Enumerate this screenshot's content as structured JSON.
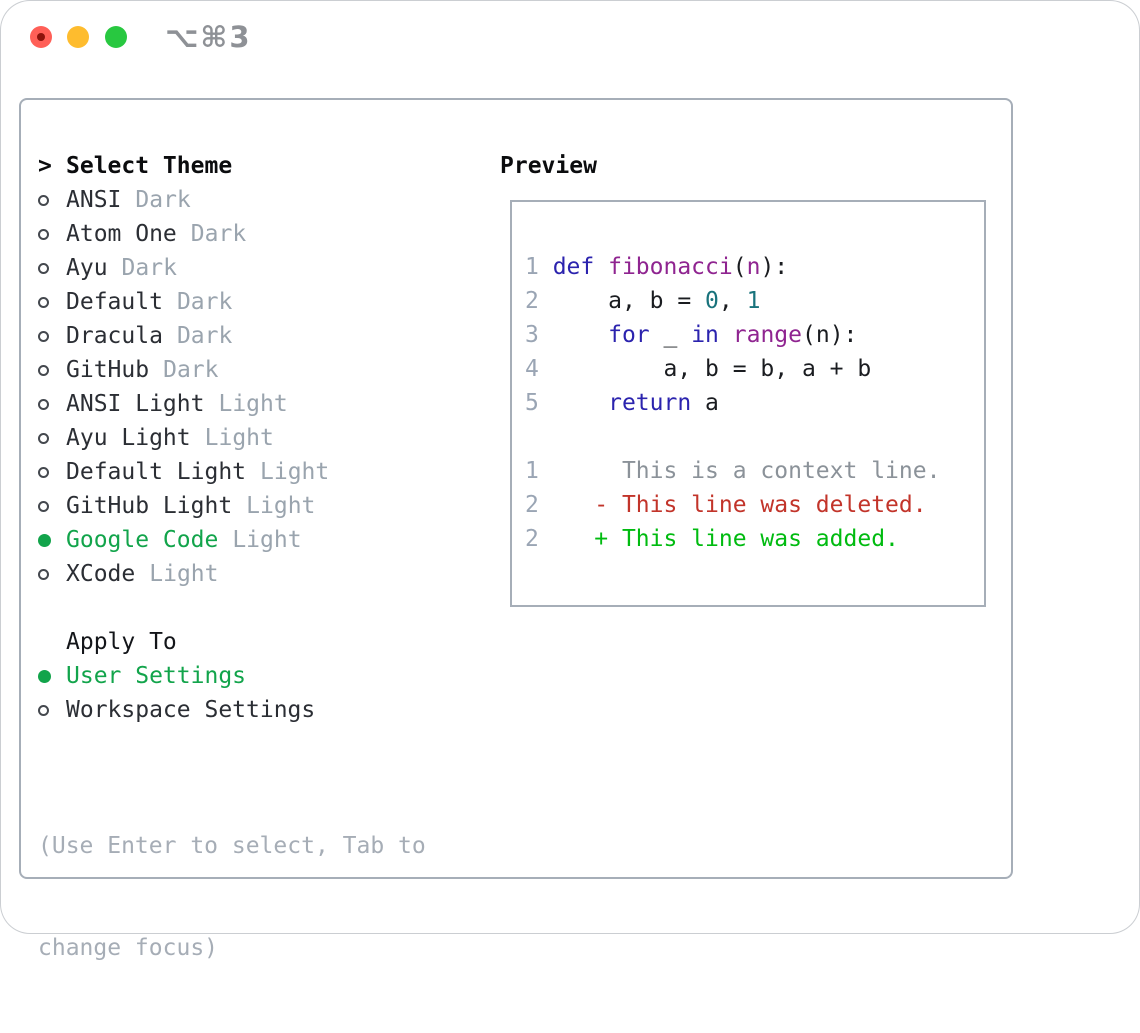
{
  "titlebar": {
    "title": "⌥⌘3",
    "traffic_lights": [
      "close",
      "minimize",
      "zoom"
    ]
  },
  "theme_picker": {
    "header": {
      "prefix": ">",
      "label": "Select Theme"
    },
    "themes": [
      {
        "name": "ANSI",
        "variant": "Dark",
        "selected": false
      },
      {
        "name": "Atom One",
        "variant": "Dark",
        "selected": false
      },
      {
        "name": "Ayu",
        "variant": "Dark",
        "selected": false
      },
      {
        "name": "Default",
        "variant": "Dark",
        "selected": false
      },
      {
        "name": "Dracula",
        "variant": "Dark",
        "selected": false
      },
      {
        "name": "GitHub",
        "variant": "Dark",
        "selected": false
      },
      {
        "name": "ANSI Light",
        "variant": "Light",
        "selected": false
      },
      {
        "name": "Ayu Light",
        "variant": "Light",
        "selected": false
      },
      {
        "name": "Default Light",
        "variant": "Light",
        "selected": false
      },
      {
        "name": "GitHub Light",
        "variant": "Light",
        "selected": false
      },
      {
        "name": "Google Code",
        "variant": "Light",
        "selected": true
      },
      {
        "name": "XCode",
        "variant": "Light",
        "selected": false
      }
    ],
    "apply_to": {
      "label": "Apply To",
      "options": [
        {
          "name": "User Settings",
          "selected": true
        },
        {
          "name": "Workspace Settings",
          "selected": false
        }
      ]
    },
    "help_lines": [
      "(Use Enter to select, Tab to",
      "change focus)"
    ]
  },
  "preview": {
    "label": "Preview",
    "code_lines": [
      {
        "tokens": [
          [
            "1 ",
            "ln"
          ],
          [
            "def ",
            "kw"
          ],
          [
            "fibonacci",
            "fn"
          ],
          [
            "(",
            "pl"
          ],
          [
            "n",
            "fn"
          ],
          [
            "):",
            "pl"
          ]
        ]
      },
      {
        "tokens": [
          [
            "2 ",
            "ln"
          ],
          [
            "    a, b = ",
            "pl"
          ],
          [
            "0",
            "lit"
          ],
          [
            ", ",
            "pl"
          ],
          [
            "1",
            "lit"
          ]
        ]
      },
      {
        "tokens": [
          [
            "3 ",
            "ln"
          ],
          [
            "    ",
            "pl"
          ],
          [
            "for",
            "kw"
          ],
          [
            " _ ",
            "pl"
          ],
          [
            "in",
            "kw"
          ],
          [
            " ",
            "pl"
          ],
          [
            "range",
            "fn"
          ],
          [
            "(n):",
            "pl"
          ]
        ]
      },
      {
        "tokens": [
          [
            "4 ",
            "ln"
          ],
          [
            "        a, b = b, a + b",
            "pl"
          ]
        ]
      },
      {
        "tokens": [
          [
            "5 ",
            "ln"
          ],
          [
            "    ",
            "pl"
          ],
          [
            "return",
            "kw"
          ],
          [
            " a",
            "pl"
          ]
        ]
      }
    ],
    "diff_lines": [
      {
        "tokens": [
          [
            "1",
            "ln"
          ],
          [
            "      This is a context line.",
            "ctx"
          ]
        ]
      },
      {
        "tokens": [
          [
            "2",
            "ln"
          ],
          [
            "    ",
            "pl"
          ],
          [
            "- This line was deleted.",
            "del"
          ]
        ]
      },
      {
        "tokens": [
          [
            "2",
            "ln"
          ],
          [
            "    ",
            "pl"
          ],
          [
            "+ This line was added.",
            "add"
          ]
        ]
      }
    ]
  },
  "colors": {
    "accent_green": "#12a44b",
    "added_green": "#00bb10",
    "deleted_red": "#c2342a",
    "context_gray": "#8b9299",
    "keyword_blue": "#2b23ae",
    "function_magenta": "#8f2490",
    "literal_teal": "#19737c",
    "line_number_gray": "#9aa5b4",
    "muted_gray": "#9aa4ae",
    "border_gray": "#a6aeb8",
    "traffic_red": "#ff5f57",
    "traffic_yellow": "#febc2e",
    "traffic_green": "#28c840"
  }
}
